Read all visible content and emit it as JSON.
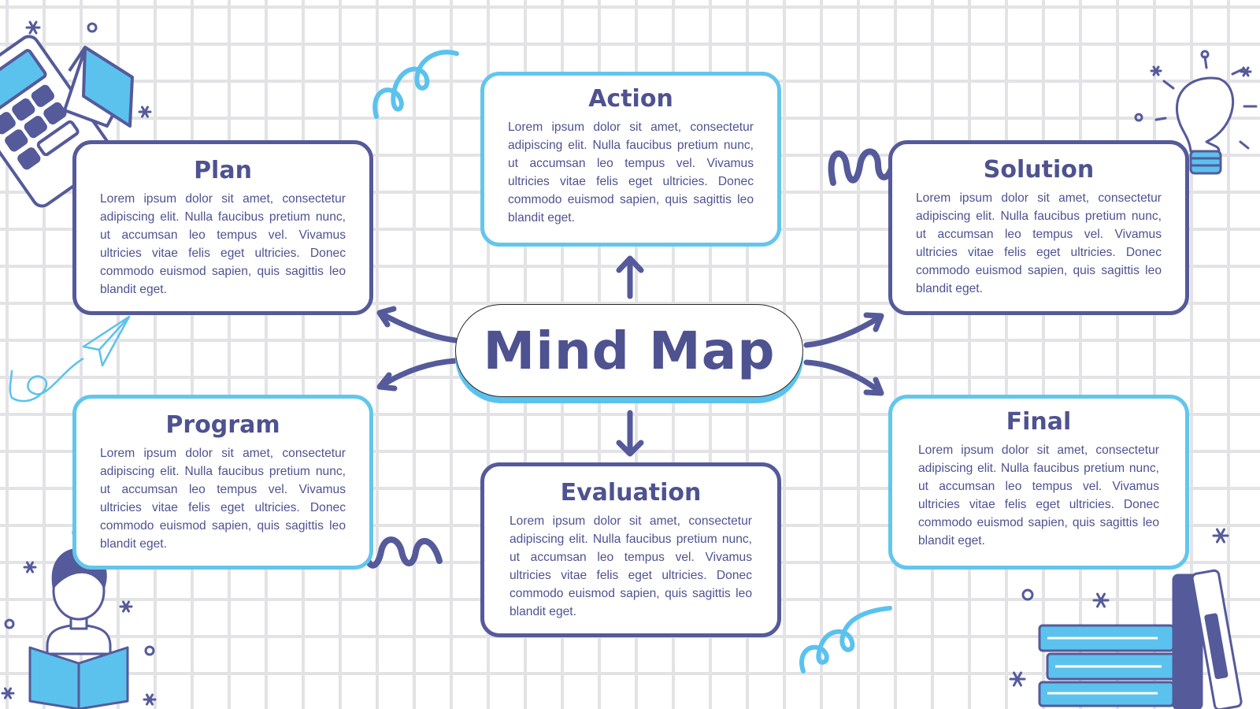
{
  "title": "Mind Map",
  "nodes": {
    "plan": {
      "title": "Plan",
      "text": "Lorem ipsum dolor sit amet, consectetur adipiscing elit. Nulla faucibus pretium nunc, ut accumsan leo tempus vel. Vivamus ultricies vitae felis eget ultricies. Donec commodo euismod sapien, quis sagittis leo blandit eget."
    },
    "action": {
      "title": "Action",
      "text": "Lorem ipsum dolor sit amet, consectetur adipiscing elit. Nulla faucibus pretium nunc, ut accumsan leo tempus vel. Vivamus ultricies vitae felis eget ultricies. Donec commodo euismod sapien, quis sagittis leo blandit eget."
    },
    "solution": {
      "title": "Solution",
      "text": "Lorem ipsum dolor sit amet, consectetur adipiscing elit. Nulla faucibus pretium nunc, ut accumsan leo tempus vel. Vivamus ultricies vitae felis eget ultricies. Donec commodo euismod sapien, quis sagittis leo blandit eget."
    },
    "program": {
      "title": "Program",
      "text": "Lorem ipsum dolor sit amet, consectetur adipiscing elit. Nulla faucibus pretium nunc, ut accumsan leo tempus vel. Vivamus ultricies vitae felis eget ultricies. Donec commodo euismod sapien, quis sagittis leo blandit eget."
    },
    "evaluation": {
      "title": "Evaluation",
      "text": "Lorem ipsum dolor sit amet, consectetur adipiscing elit. Nulla faucibus pretium nunc, ut accumsan leo tempus vel. Vivamus ultricies vitae felis eget ultricies. Donec commodo euismod sapien, quis sagittis leo blandit eget."
    },
    "final": {
      "title": "Final",
      "text": "Lorem ipsum dolor sit amet, consectetur adipiscing elit. Nulla faucibus pretium nunc, ut accumsan leo tempus vel. Vivamus ultricies vitae felis eget ultricies. Donec commodo euismod sapien, quis sagittis leo blandit eget."
    }
  },
  "colors": {
    "dark": "#555a9a",
    "light": "#63c6ec",
    "grid": "#e3e3e6"
  },
  "decorations": [
    "calculator-icon",
    "graduation-cap-icon",
    "paper-plane-icon",
    "lightbulb-icon",
    "student-reading-icon",
    "books-icon",
    "squiggle-icon",
    "star-icon"
  ]
}
